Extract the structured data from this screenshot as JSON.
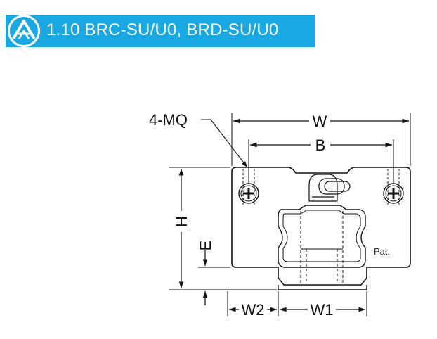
{
  "header": {
    "title": "1.10 BRC-SU/U0, BRD-SU/U0",
    "bar_color": "#1aa8e2",
    "logo_icon": "company-logo-icon"
  },
  "drawing": {
    "labels": {
      "mounting_holes": "4-MQ",
      "width": "W",
      "hole_spacing": "B",
      "height": "H",
      "rail_offset": "E",
      "w2": "W2",
      "w1": "W1",
      "patent": "Pat."
    }
  }
}
